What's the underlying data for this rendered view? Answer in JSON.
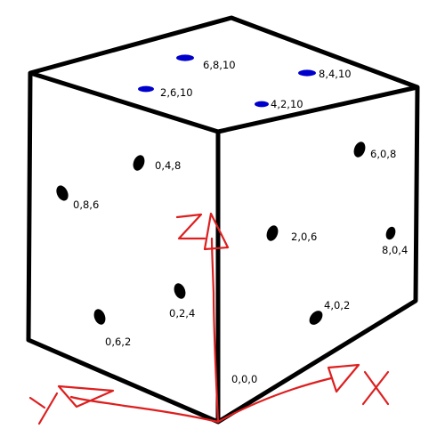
{
  "colors": {
    "edge": "#000000",
    "front_dot": "#000000",
    "top_dot": "#0000cc",
    "axis": "#dd1f1f",
    "background": "#ffffff"
  },
  "origin_label": "0,0,0",
  "top_face_points": [
    {
      "label": "6,8,10"
    },
    {
      "label": "8,4,10"
    },
    {
      "label": "2,6,10"
    },
    {
      "label": "4,2,10"
    }
  ],
  "left_face_points": [
    {
      "label": "0,4,8"
    },
    {
      "label": "0,8,6"
    },
    {
      "label": "0,2,4"
    },
    {
      "label": "0,6,2"
    }
  ],
  "right_face_points": [
    {
      "label": "6,0,8"
    },
    {
      "label": "2,0,6"
    },
    {
      "label": "8,0,4"
    },
    {
      "label": "4,0,2"
    }
  ],
  "axes": [
    {
      "name": "X",
      "direction": "right"
    },
    {
      "name": "Y",
      "direction": "left"
    },
    {
      "name": "Z",
      "direction": "up"
    }
  ]
}
